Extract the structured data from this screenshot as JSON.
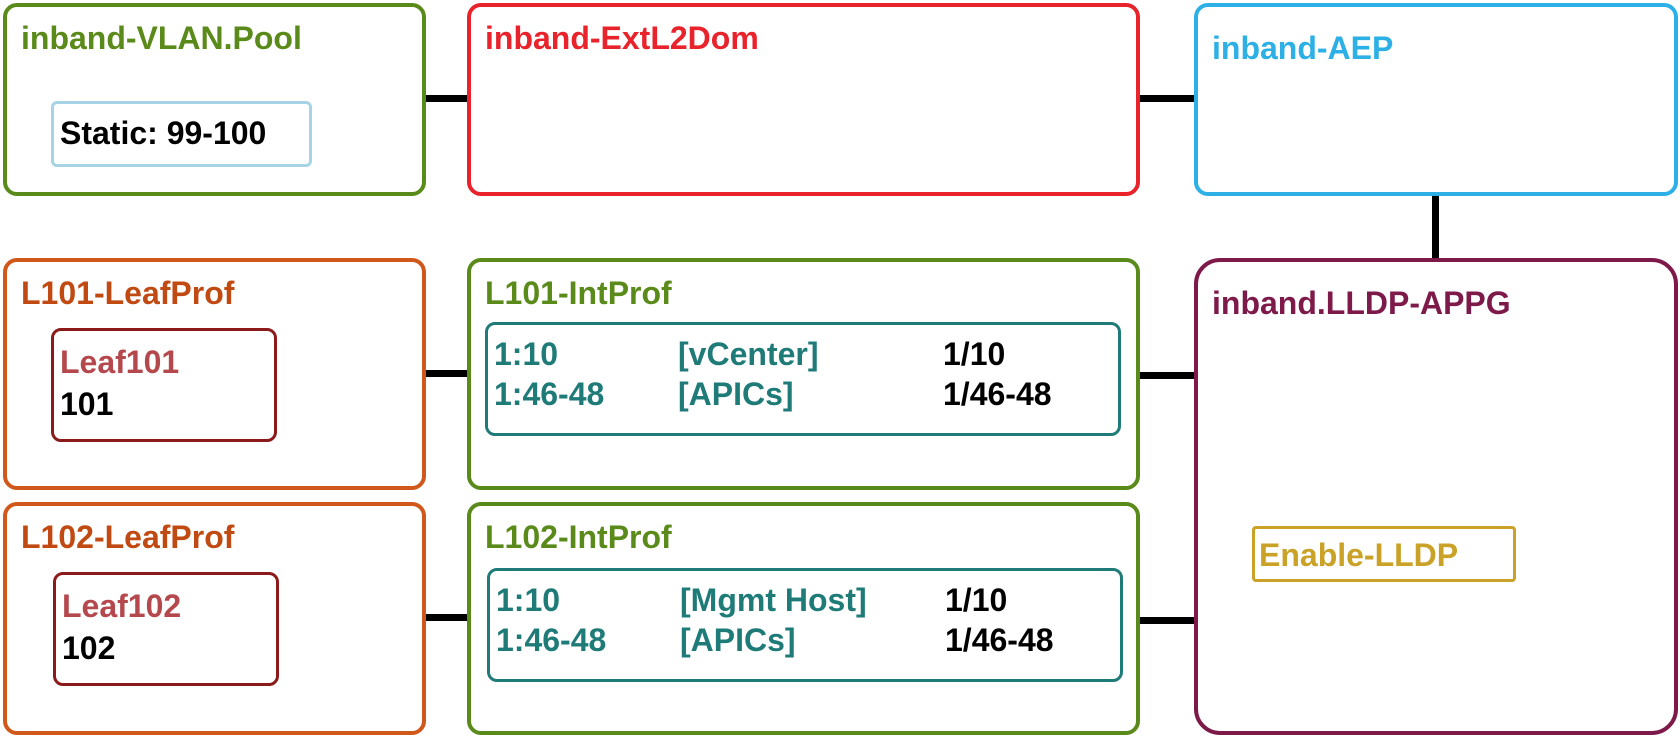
{
  "vlan_pool": {
    "title": "inband-VLAN.Pool",
    "range": "Static: 99-100"
  },
  "ext_l2_domain": {
    "title": "inband-ExtL2Dom"
  },
  "aep": {
    "title": "inband-AEP"
  },
  "leaf_profiles": [
    {
      "title": "L101-LeafProf",
      "selector_name": "Leaf101",
      "node_id": "101"
    },
    {
      "title": "L102-LeafProf",
      "selector_name": "Leaf102",
      "node_id": "102"
    }
  ],
  "interface_profiles": [
    {
      "title": "L101-IntProf",
      "rows": [
        {
          "port": "1:10",
          "desc": "[vCenter]",
          "intf": "1/10"
        },
        {
          "port": "1:46-48",
          "desc": "[APICs]",
          "intf": "1/46-48"
        }
      ]
    },
    {
      "title": "L102-IntProf",
      "rows": [
        {
          "port": "1:10",
          "desc": "[Mgmt Host]",
          "intf": "1/10"
        },
        {
          "port": "1:46-48",
          "desc": "[APICs]",
          "intf": "1/46-48"
        }
      ]
    }
  ],
  "policy_group": {
    "title": "inband.LLDP-APPG",
    "policy": "Enable-LLDP"
  },
  "colors": {
    "vlan_pool": "#5a8a1a",
    "ext_l2_domain": "#e8232b",
    "aep": "#2db0e6",
    "leaf_profile": "#d0581a",
    "interface_profile": "#5a8a1a",
    "port_selector": "#1e7b78",
    "policy_group": "#7d1a4a",
    "lldp_policy": "#c9a227"
  }
}
